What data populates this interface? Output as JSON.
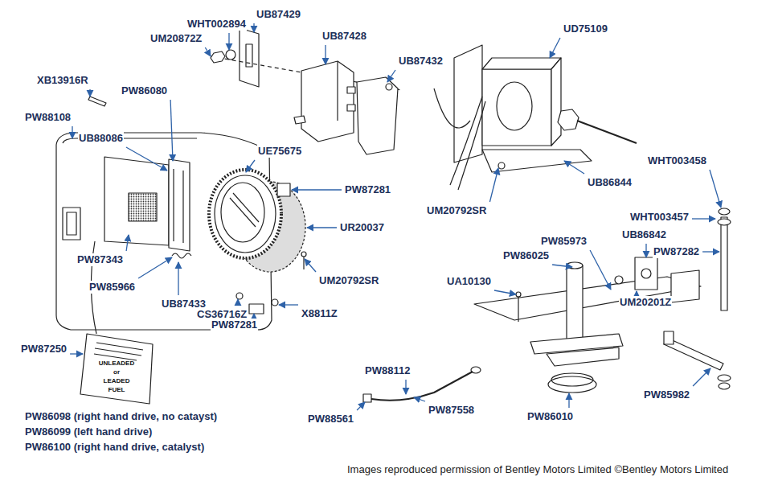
{
  "diagram": {
    "caption": "Images reproduced permission of Bentley Motors Limited ©Bentley Motors Limited",
    "labels": [
      "WHT002894",
      "UM20872Z",
      "UB87429",
      "UB87428",
      "UB87432",
      "XB13916R",
      "PW86080",
      "PW88108",
      "UB88086",
      "UE75675",
      "PW87281",
      "UR20037",
      "PW87343",
      "UM20792SR",
      "PW85966",
      "UB87433",
      "CS36716Z",
      "X8811Z",
      "PW87281",
      "PW87250",
      "UD75109",
      "UB86844",
      "UM20792SR",
      "WHT003458",
      "WHT003457",
      "UB86842",
      "PW85973",
      "PW86025",
      "PW87282",
      "UA10130",
      "UM20201Z",
      "PW88112",
      "PW88561",
      "PW87558",
      "PW85982",
      "PW86010",
      "PW86098 (right hand drive, no catayst)",
      "PW86099 (left hand drive)",
      "PW86100 (right hand drive, catalyst)",
      "UNLEADED",
      "or",
      "LEADED",
      "FUEL"
    ]
  }
}
